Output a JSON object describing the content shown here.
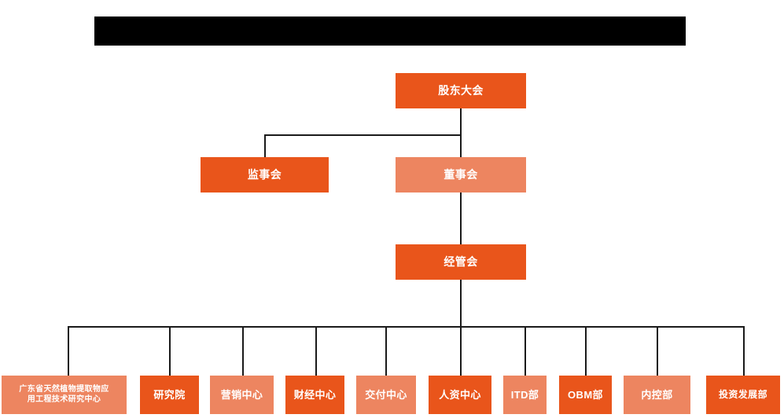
{
  "document": {
    "title_banner": {
      "text": "",
      "color": "#000000",
      "name": "redacted-title-banner"
    },
    "colors": {
      "dark_orange": "#E9551B",
      "light_orange": "#ED8560",
      "line": "#1A1A1A",
      "background": "#FFFFFF",
      "text": "#FFFFFF"
    }
  },
  "chart_data": {
    "type": "diagram",
    "diagram_type": "organization-chart",
    "title": "",
    "levels": [
      {
        "level": 1,
        "nodes": [
          {
            "id": "shareholders",
            "label": "股东大会",
            "style": "dark"
          }
        ]
      },
      {
        "level": 2,
        "nodes": [
          {
            "id": "supervisors",
            "label": "监事会",
            "style": "dark"
          },
          {
            "id": "directors",
            "label": "董事会",
            "style": "light"
          }
        ]
      },
      {
        "level": 3,
        "nodes": [
          {
            "id": "management",
            "label": "经管会",
            "style": "dark"
          }
        ]
      },
      {
        "level": 4,
        "nodes": [
          {
            "id": "gd-center",
            "label": "广东省天然植物提取物应\n用工程技术研究中心",
            "style": "light"
          },
          {
            "id": "research-institute",
            "label": "研究院",
            "style": "dark"
          },
          {
            "id": "marketing-center",
            "label": "营销中心",
            "style": "light"
          },
          {
            "id": "finance-center",
            "label": "财经中心",
            "style": "dark"
          },
          {
            "id": "delivery-center",
            "label": "交付中心",
            "style": "light"
          },
          {
            "id": "hr-center",
            "label": "人资中心",
            "style": "dark"
          },
          {
            "id": "itd-dept",
            "label": "ITD部",
            "style": "light"
          },
          {
            "id": "obm-dept",
            "label": "OBM部",
            "style": "dark"
          },
          {
            "id": "internal-control-dept",
            "label": "内控部",
            "style": "light"
          },
          {
            "id": "investment-dev-dept",
            "label": "投资发展部",
            "style": "dark"
          }
        ]
      }
    ],
    "edges": [
      {
        "from": "shareholders",
        "to": "supervisors"
      },
      {
        "from": "shareholders",
        "to": "directors"
      },
      {
        "from": "directors",
        "to": "management"
      },
      {
        "from": "management",
        "to": "gd-center"
      },
      {
        "from": "management",
        "to": "research-institute"
      },
      {
        "from": "management",
        "to": "marketing-center"
      },
      {
        "from": "management",
        "to": "finance-center"
      },
      {
        "from": "management",
        "to": "delivery-center"
      },
      {
        "from": "management",
        "to": "hr-center"
      },
      {
        "from": "management",
        "to": "itd-dept"
      },
      {
        "from": "management",
        "to": "obm-dept"
      },
      {
        "from": "management",
        "to": "internal-control-dept"
      },
      {
        "from": "management",
        "to": "investment-dev-dept"
      }
    ]
  },
  "nodes": {
    "shareholders": "股东大会",
    "supervisors": "监事会",
    "directors": "董事会",
    "management": "经管会",
    "gd_center_line1": "广东省天然植物提取物应",
    "gd_center_line2": "用工程技术研究中心",
    "research_institute": "研究院",
    "marketing_center": "营销中心",
    "finance_center": "财经中心",
    "delivery_center": "交付中心",
    "hr_center": "人资中心",
    "itd_dept": "ITD部",
    "obm_dept": "OBM部",
    "internal_control_dept": "内控部",
    "investment_dev_dept": "投资发展部"
  }
}
